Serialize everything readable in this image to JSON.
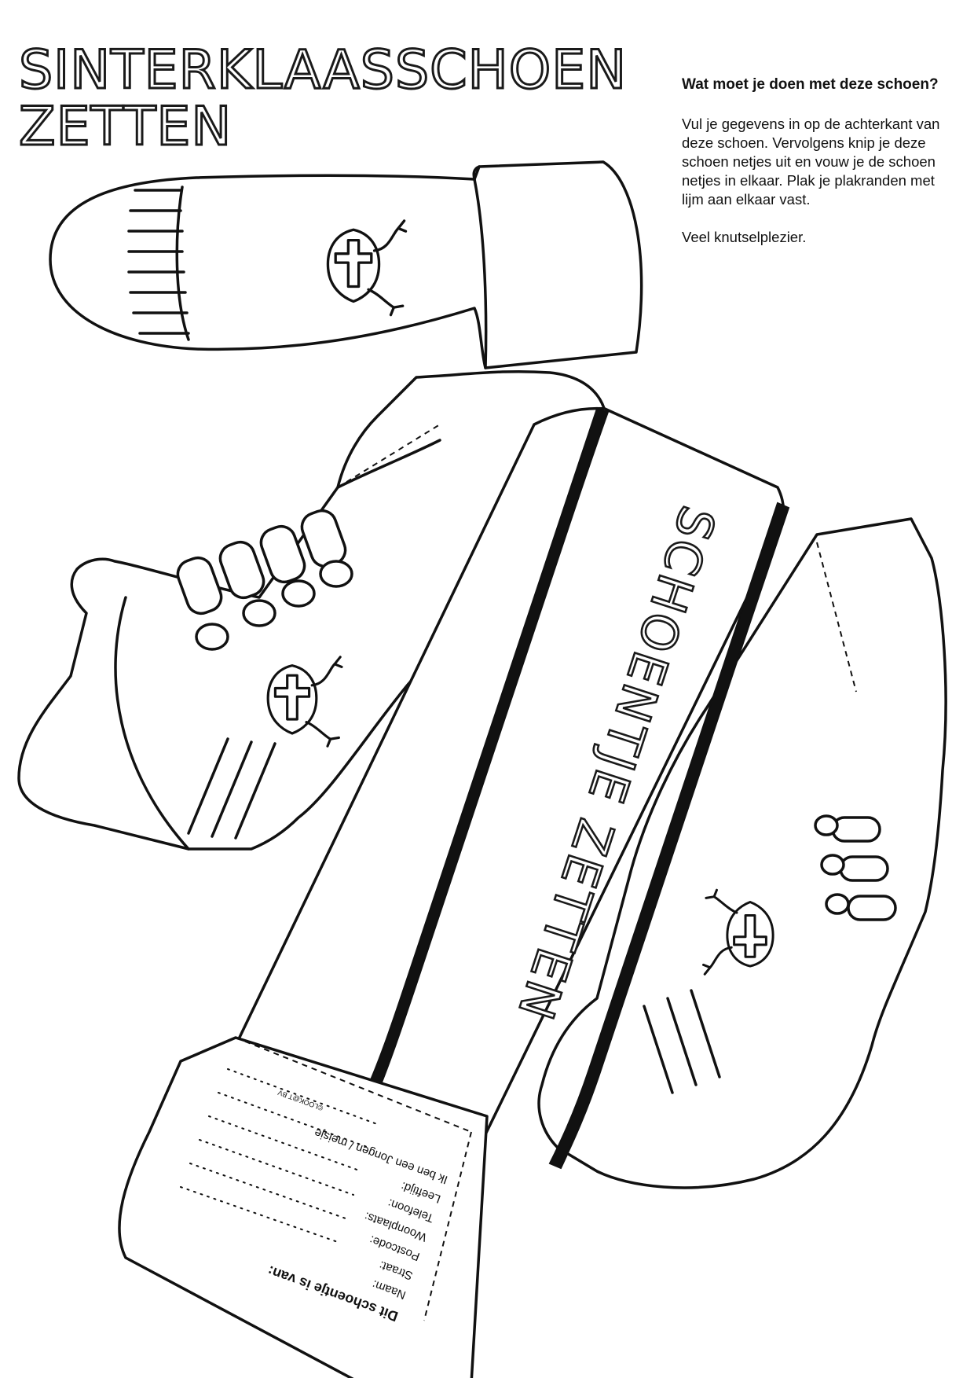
{
  "title": {
    "line1": "SINTERKLAASSCHOEN",
    "line2": "ZETTEN"
  },
  "instructions": {
    "heading": "Wat moet je doen met deze schoen?",
    "body": "Vul je gegevens in op de achterkant van deze schoen. Vervolgens knip je deze schoen netjes uit en vouw je de schoen netjes in elkaar. Plak je plakranden met lijm aan elkaar vast.",
    "closing": "Veel knutselplezier."
  },
  "strip_text": "SCHOENTJE ZETTEN",
  "form": {
    "heading": "Dit schoentje is van:",
    "fields": [
      "Naam:",
      "Straat:",
      "Postcode:",
      "Woonplaats:",
      "Telefoon:",
      "Leeftijd:",
      "Ik ben een Jongen / meisje"
    ],
    "copyright": "©LOOK@T BV"
  },
  "icons": [
    "shoe-sole-icon",
    "sinterklaas-mitre-emblem-icon",
    "sneaker-left-icon",
    "sneaker-right-icon"
  ]
}
